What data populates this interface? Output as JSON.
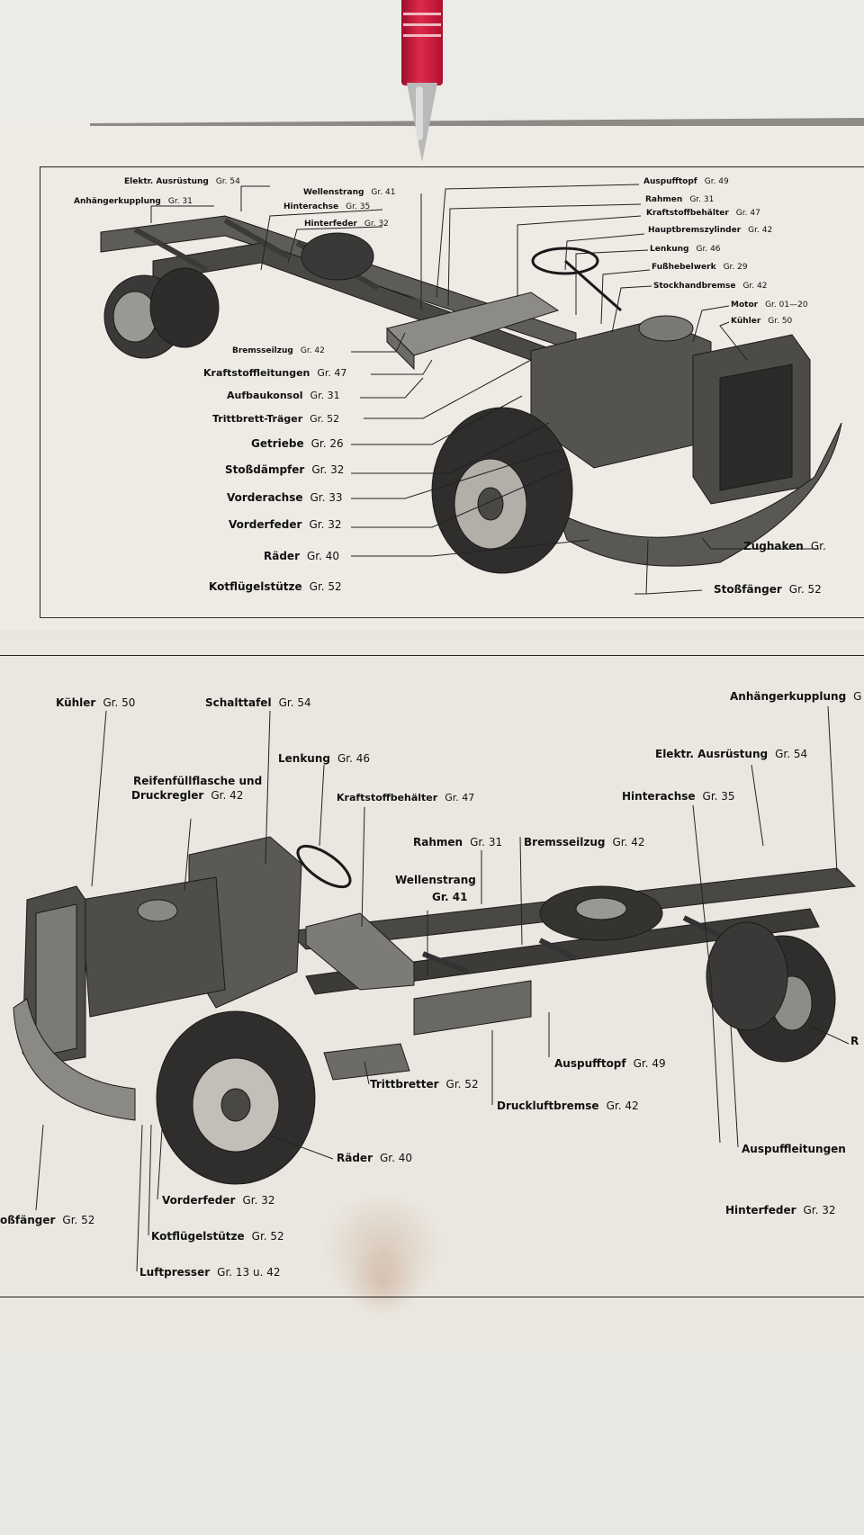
{
  "top_diagram": {
    "labels": [
      {
        "id": "elektr-ausruestung",
        "name": "Elektr. Ausrüstung",
        "gr": "Gr. 54"
      },
      {
        "id": "anhaengerkupplung",
        "name": "Anhängerkupplung",
        "gr": "Gr. 31"
      },
      {
        "id": "wellenstrang",
        "name": "Wellenstrang",
        "gr": "Gr. 41"
      },
      {
        "id": "hinterachse",
        "name": "Hinterachse",
        "gr": "Gr. 35"
      },
      {
        "id": "hinterfeder",
        "name": "Hinterfeder",
        "gr": "Gr. 32"
      },
      {
        "id": "auspufftopf",
        "name": "Auspufftopf",
        "gr": "Gr. 49"
      },
      {
        "id": "rahmen",
        "name": "Rahmen",
        "gr": "Gr. 31"
      },
      {
        "id": "kraftstoffbehaelter",
        "name": "Kraftstoffbehälter",
        "gr": "Gr. 47"
      },
      {
        "id": "hauptbremszylinder",
        "name": "Hauptbremszylinder",
        "gr": "Gr. 42"
      },
      {
        "id": "lenkung",
        "name": "Lenkung",
        "gr": "Gr. 46"
      },
      {
        "id": "fusshebelwerk",
        "name": "Fußhebelwerk",
        "gr": "Gr. 29"
      },
      {
        "id": "stockhandbremse",
        "name": "Stockhandbremse",
        "gr": "Gr. 42"
      },
      {
        "id": "motor",
        "name": "Motor",
        "gr": "Gr. 01—20"
      },
      {
        "id": "kuehler",
        "name": "Kühler",
        "gr": "Gr. 50"
      },
      {
        "id": "bremsseilzug",
        "name": "Bremsseilzug",
        "gr": "Gr. 42"
      },
      {
        "id": "kraftstoffleitungen",
        "name": "Kraftstoffleitungen",
        "gr": "Gr. 47"
      },
      {
        "id": "aufbaukonsol",
        "name": "Aufbaukonsol",
        "gr": "Gr. 31"
      },
      {
        "id": "trittbrett-traeger",
        "name": "Trittbrett-Träger",
        "gr": "Gr. 52"
      },
      {
        "id": "getriebe",
        "name": "Getriebe",
        "gr": "Gr. 26"
      },
      {
        "id": "stossdaempfer",
        "name": "Stoßdämpfer",
        "gr": "Gr. 32"
      },
      {
        "id": "vorderachse",
        "name": "Vorderachse",
        "gr": "Gr. 33"
      },
      {
        "id": "vorderfeder",
        "name": "Vorderfeder",
        "gr": "Gr. 32"
      },
      {
        "id": "raeder",
        "name": "Räder",
        "gr": "Gr. 40"
      },
      {
        "id": "kotfluegelstuetze",
        "name": "Kotflügelstütze",
        "gr": "Gr. 52"
      },
      {
        "id": "zughaken",
        "name": "Zughaken",
        "gr": "Gr."
      },
      {
        "id": "stossfaenger",
        "name": "Stoßfänger",
        "gr": "Gr. 52"
      }
    ]
  },
  "bottom_diagram": {
    "labels": [
      {
        "id": "kuehler",
        "name": "Kühler",
        "gr": "Gr. 50"
      },
      {
        "id": "schalttafel",
        "name": "Schalttafel",
        "gr": "Gr. 54"
      },
      {
        "id": "anhaengerkupplung",
        "name": "Anhängerkupplung",
        "gr": "G"
      },
      {
        "id": "lenkung",
        "name": "Lenkung",
        "gr": "Gr. 46"
      },
      {
        "id": "elektr-ausruestung",
        "name": "Elektr. Ausrüstung",
        "gr": "Gr. 54"
      },
      {
        "id": "reifenfuellflasche-1",
        "name": "Reifenfüllflasche und",
        "gr": ""
      },
      {
        "id": "reifenfuellflasche-2",
        "name": "Druckregler",
        "gr": "Gr. 42"
      },
      {
        "id": "kraftstoffbehaelter",
        "name": "Kraftstoffbehälter",
        "gr": "Gr. 47"
      },
      {
        "id": "hinterachse",
        "name": "Hinterachse",
        "gr": "Gr. 35"
      },
      {
        "id": "rahmen",
        "name": "Rahmen",
        "gr": "Gr. 31"
      },
      {
        "id": "bremsseilzug",
        "name": "Bremsseilzug",
        "gr": "Gr. 42"
      },
      {
        "id": "wellenstrang-1",
        "name": "Wellenstrang",
        "gr": ""
      },
      {
        "id": "wellenstrang-2",
        "name": "",
        "gr": "Gr. 41"
      },
      {
        "id": "auspufftopf",
        "name": "Auspufftopf",
        "gr": "Gr. 49"
      },
      {
        "id": "trittbretter",
        "name": "Trittbretter",
        "gr": "Gr. 52"
      },
      {
        "id": "druckluftbremse",
        "name": "Druckluftbremse",
        "gr": "Gr. 42"
      },
      {
        "id": "raeder",
        "name": "Räder",
        "gr": "Gr. 40"
      },
      {
        "id": "r-partial",
        "name": "R",
        "gr": ""
      },
      {
        "id": "auspuffleitungen",
        "name": "Auspuffleitungen",
        "gr": ""
      },
      {
        "id": "stossfaenger",
        "name": "oßfänger",
        "gr": "Gr. 52"
      },
      {
        "id": "vorderfeder",
        "name": "Vorderfeder",
        "gr": "Gr. 32"
      },
      {
        "id": "hinterfeder",
        "name": "Hinterfeder",
        "gr": "Gr. 32"
      },
      {
        "id": "kotfluegelstuetze",
        "name": "Kotflügelstütze",
        "gr": "Gr. 52"
      },
      {
        "id": "luftpresser",
        "name": "Luftpresser",
        "gr": "Gr. 13 u. 42"
      }
    ]
  }
}
